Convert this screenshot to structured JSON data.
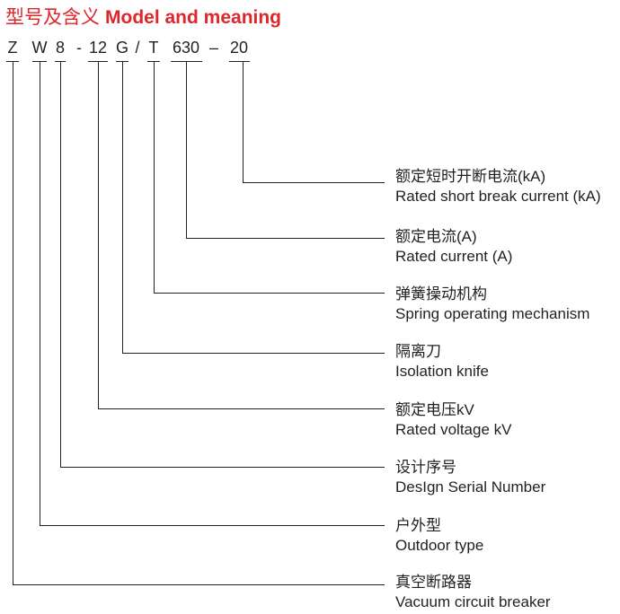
{
  "title": {
    "zh": "型号及含义",
    "en": "Model and meaning"
  },
  "code_characters": [
    "Z",
    "W",
    "8",
    "-",
    "12",
    "G",
    "/",
    "T",
    "630",
    "–",
    "20"
  ],
  "items": [
    {
      "zh": "额定短时开断电流(kA)",
      "en": "Rated short break current (kA)"
    },
    {
      "zh": "额定电流(A)",
      "en": "Rated current (A)"
    },
    {
      "zh": "弹簧操动机构",
      "en": "Spring operating mechanism"
    },
    {
      "zh": "隔离刀",
      "en": "Isolation knife"
    },
    {
      "zh": "额定电压kV",
      "en": "Rated voltage kV"
    },
    {
      "zh": "设计序号",
      "en": "DesIgn Serial Number"
    },
    {
      "zh": "户外型",
      "en": "Outdoor type"
    },
    {
      "zh": "真空断路器",
      "en": "Vacuum circuit breaker"
    }
  ]
}
